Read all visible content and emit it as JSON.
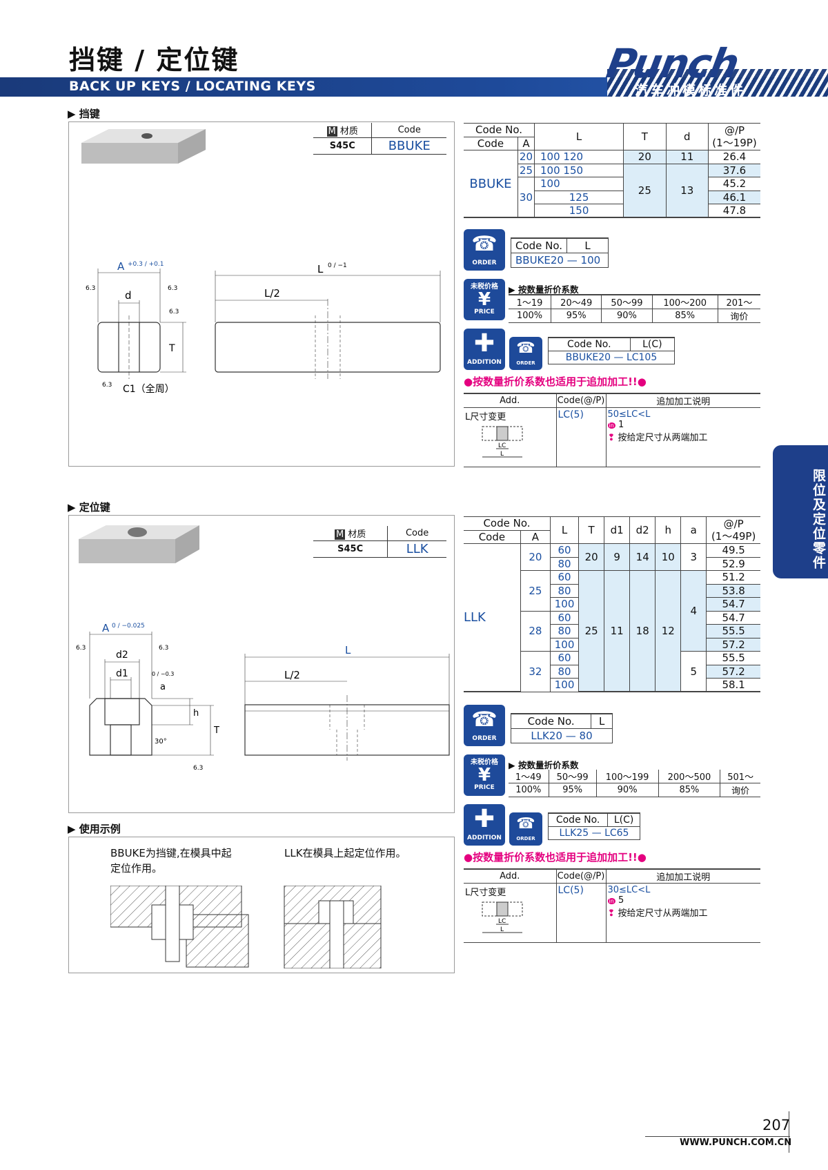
{
  "title_cn": "挡键 / 定位键",
  "title_en": "BACK UP KEYS / LOCATING KEYS",
  "brand": {
    "logo": "Punch",
    "subtitle": "汽车冲模标准件"
  },
  "side_tab": "限位及定位零件",
  "page_number": "207",
  "url": "WWW.PUNCH.COM.CN",
  "sec1": {
    "heading": "▶ 挡键",
    "mat_label": "材质",
    "code_label": "Code",
    "material": "S45C",
    "code": "BBUKE",
    "dims": {
      "a": "A",
      "a_tol": "+0.3 / +0.1",
      "d": "d",
      "t": "T",
      "l": "L",
      "l_tol": "0 / −1",
      "l2": "L/2",
      "r": "6.3",
      "c1": "C1（全周）"
    },
    "table": {
      "h_codeno": "Code No.",
      "h_code": "Code",
      "h_a": "A",
      "h_l": "L",
      "h_t": "T",
      "h_d": "d",
      "h_p": "@/P",
      "h_p2": "(1～19P)",
      "code": "BBUKE",
      "rows": [
        [
          "20",
          "100 120",
          "20",
          "11",
          "26.4"
        ],
        [
          "25",
          "100 150",
          "",
          "",
          "37.6"
        ],
        [
          "",
          "100",
          "25",
          "13",
          "45.2"
        ],
        [
          "30",
          "125",
          "",
          "",
          "46.1"
        ],
        [
          "",
          "150",
          "",
          "",
          "47.8"
        ]
      ]
    },
    "order": {
      "h1": "Code No.",
      "h2": "L",
      "v1": "BBUKE20",
      "dash": "—",
      "v2": "100"
    },
    "price": {
      "label": "未税价格",
      "title": "▶ 按数量折价系数",
      "qty": [
        "1～19",
        "20～49",
        "50～99",
        "100～200",
        "201～"
      ],
      "rate": [
        "100%",
        "95%",
        "90%",
        "85%",
        "询价"
      ]
    },
    "addition": {
      "h1": "Code No.",
      "h2": "L(C)",
      "v1": "BBUKE20",
      "dash": "—",
      "v2": "LC105"
    },
    "note": "●按数量折价系数也适用于追加加工!!●",
    "add_table": {
      "h_add": "Add.",
      "h_code": "Code(@/P)",
      "h_desc": "追加加工说明",
      "name": "L尺寸变更",
      "code": "LC(5)",
      "range": "50≤LC<L",
      "inc": "1",
      "inc_icon": "in",
      "tip": "按给定尺寸从两端加工",
      "lc": "LC",
      "l": "L"
    }
  },
  "sec2": {
    "heading": "▶ 定位键",
    "mat_label": "材质",
    "code_label": "Code",
    "material": "S45C",
    "code": "LLK",
    "dims": {
      "a": "A",
      "a_tol": "0 / −0.025",
      "d2": "d2",
      "d1": "d1",
      "a_small": "a",
      "a_tol2": "0 / −0.3",
      "h": "h",
      "t": "T",
      "l": "L",
      "l2": "L/2",
      "deg": "30°",
      "r": "6.3"
    },
    "table": {
      "h_codeno": "Code No.",
      "h_code": "Code",
      "h_a": "A",
      "h_l": "L",
      "h_t": "T",
      "h_d1": "d1",
      "h_d2": "d2",
      "h_h": "h",
      "h_a2": "a",
      "h_p": "@/P",
      "h_p2": "(1～49P)",
      "code": "LLK",
      "a_vals": [
        "20",
        "25",
        "28",
        "32"
      ],
      "l_vals": [
        "60",
        "80",
        "60",
        "80",
        "100",
        "60",
        "80",
        "100",
        "60",
        "80",
        "100"
      ],
      "p_vals": [
        "49.5",
        "52.9",
        "51.2",
        "53.8",
        "54.7",
        "54.7",
        "55.5",
        "57.2",
        "55.5",
        "57.2",
        "58.1"
      ],
      "r20": [
        "20",
        "9",
        "14",
        "10",
        "3"
      ],
      "shared": [
        "25",
        "11",
        "18",
        "12"
      ],
      "a4": "4",
      "a5": "5"
    },
    "order": {
      "h1": "Code No.",
      "h2": "L",
      "v1": "LLK20",
      "dash": "—",
      "v2": "80"
    },
    "price": {
      "label": "未税价格",
      "title": "▶ 按数量折价系数",
      "qty": [
        "1～49",
        "50～99",
        "100～199",
        "200～500",
        "501～"
      ],
      "rate": [
        "100%",
        "95%",
        "90%",
        "85%",
        "询价"
      ]
    },
    "addition": {
      "h1": "Code No.",
      "h2": "L(C)",
      "v1": "LLK25",
      "dash": "—",
      "v2": "LC65"
    },
    "note": "●按数量折价系数也适用于追加加工!!●",
    "add_table": {
      "h_add": "Add.",
      "h_code": "Code(@/P)",
      "h_desc": "追加加工说明",
      "name": "L尺寸变更",
      "code": "LC(5)",
      "range": "30≤LC<L",
      "inc": "5",
      "inc_icon": "in",
      "tip": "按给定尺寸从两端加工",
      "lc": "LC",
      "l": "L"
    }
  },
  "sec3": {
    "heading": "▶ 使用示例",
    "text1": "BBUKE为挡键,在模具中起定位作用。",
    "text2": "LLK在模具上起定位作用。"
  },
  "badges": {
    "order": "ORDER",
    "price": "PRICE",
    "addition": "ADDITION",
    "yen": "¥"
  },
  "colors": {
    "brand": "#1e3f8a",
    "accent": "#e4007f",
    "highlight": "#dcedf8"
  }
}
